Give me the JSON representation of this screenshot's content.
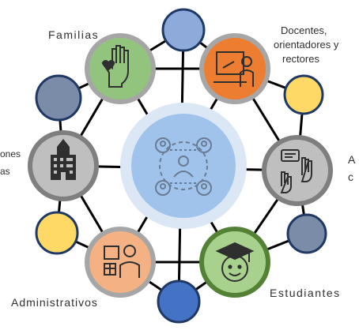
{
  "labels": {
    "familias": "Familias",
    "docentes_line1": "Docentes,",
    "docentes_line2": "orientadores y",
    "docentes_line3": "rectores",
    "instituciones_line1": "ones",
    "instituciones_line2": "as",
    "aliados_line1": "A",
    "aliados_line2": "c",
    "administrativos": "Administrativos",
    "estudiantes": "Estudiantes"
  },
  "colors": {
    "center_outer": "#dbe7f5",
    "center_inner": "#9fc3ea",
    "hub_ring": "#a6a6a6",
    "familias_fill": "#93c47d",
    "familias_ring": "#548235",
    "docentes_fill": "#ed7d31",
    "docentes_ring": "#a64d0e",
    "instituciones_fill": "#bfbfbf",
    "instituciones_ring": "#7f7f7f",
    "aliados_fill": "#bfbfbf",
    "aliados_ring": "#7f7f7f",
    "administrativos_fill": "#f4b183",
    "administrativos_ring": "#c55a11",
    "estudiantes_fill": "#a9d18e",
    "estudiantes_ring": "#548235",
    "dot_light_blue": "#8eaadb",
    "dot_slate": "#7b8ca8",
    "dot_yellow": "#ffd966",
    "dot_dark_blue": "#4472c4",
    "dot_ring": "#1f3864",
    "edge": "#000000"
  },
  "icons": {
    "center": "network-people-icon",
    "familias": "raised-hand-heart-icon",
    "docentes": "teacher-board-icon",
    "instituciones": "school-building-icon",
    "aliados": "speech-hands-icon",
    "administrativos": "office-worker-icon",
    "estudiantes": "graduate-student-icon"
  }
}
